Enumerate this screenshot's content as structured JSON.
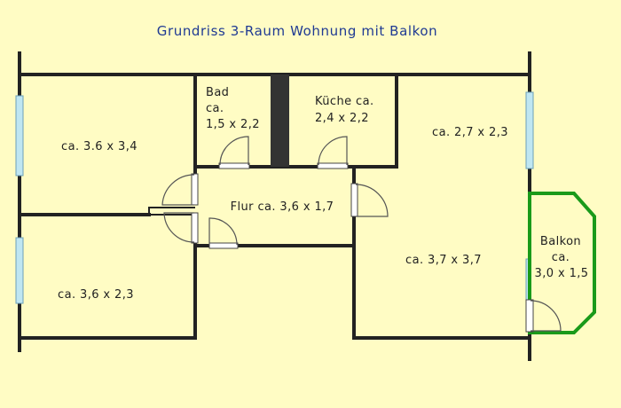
{
  "title": "Grundriss 3-Raum Wohnung mit Balkon",
  "rooms": {
    "room_top_left": "ca. 3.6 x 3,4",
    "room_bottom_left": "ca. 3,6 x 2,3",
    "bad_name": "Bad",
    "bad_ca": "ca.",
    "bad_size": "1,5 x 2,2",
    "kueche_name": "Küche ca.",
    "kueche_size": "2,4 x 2,2",
    "room_top_right": "ca. 2,7 x 2,3",
    "room_bottom_right": "ca. 3,7 x 3,7",
    "flur": "Flur ca. 3,6 x 1,7",
    "balkon_name": "Balkon",
    "balkon_ca": "ca.",
    "balkon_size": "3,0 x 1,5"
  },
  "colors": {
    "background": "#fffcc4",
    "title": "#1f3a93",
    "walls": "#222222",
    "balcony_outline": "#1a9a1a",
    "window": "#bfe6f2",
    "door_leaf": "#ffffff"
  }
}
